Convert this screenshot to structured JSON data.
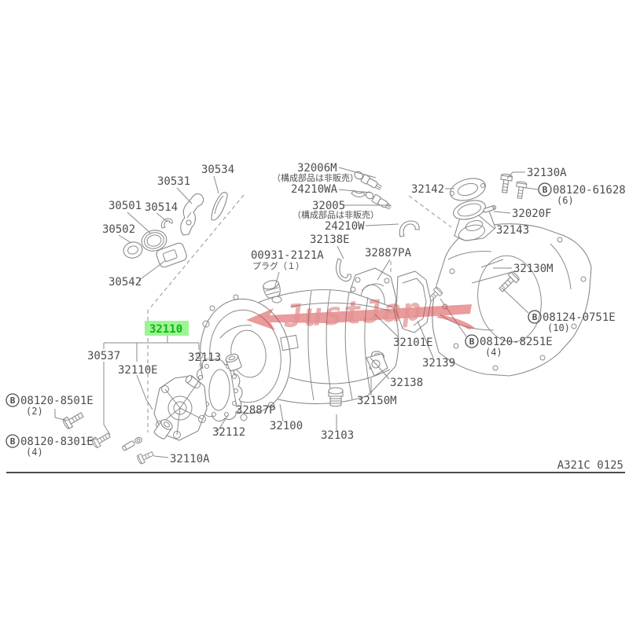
{
  "diagram": {
    "code": "A321C 0125",
    "note_not_sold": "（構成部品は非販売）",
    "plug_note": "プラグ（１）",
    "highlight_color": "#9cf593",
    "highlight_text_color": "#12b412",
    "watermark_text": "JustJap",
    "watermark_color": "#d94b4b"
  },
  "symbols": {
    "bolt_prefix": "B"
  },
  "parts": {
    "p30531": "30531",
    "p30534": "30534",
    "p30501": "30501",
    "p30514": "30514",
    "p30502": "30502",
    "p30542": "30542",
    "p32006m": "32006M",
    "p24210wa": "24210WA",
    "p32005": "32005",
    "p24210w": "24210W",
    "p32138e": "32138E",
    "p32887pa": "32887PA",
    "p00931": "00931-2121A",
    "p32142": "32142",
    "p32130a": "32130A",
    "b61628": "08120-61628",
    "b61628_qty": "(6)",
    "p32020f": "32020F",
    "p32143": "32143",
    "p32130m": "32130M",
    "b0751e": "08124-0751E",
    "b0751e_qty": "(10)",
    "b8251e": "08120-8251E",
    "b8251e_qty": "(4)",
    "p32101e": "32101E",
    "p32139": "32139",
    "p32138": "32138",
    "p32150m": "32150M",
    "p32110": "32110",
    "p30537": "30537",
    "p32110e": "32110E",
    "p32113": "32113",
    "b8501e": "08120-8501E",
    "b8501e_qty": "(2)",
    "b8301e": "08120-8301E",
    "b8301e_qty": "(4)",
    "p32110a": "32110A",
    "p32887p": "32887P",
    "p32112": "32112",
    "p32100": "32100",
    "p32103": "32103"
  }
}
